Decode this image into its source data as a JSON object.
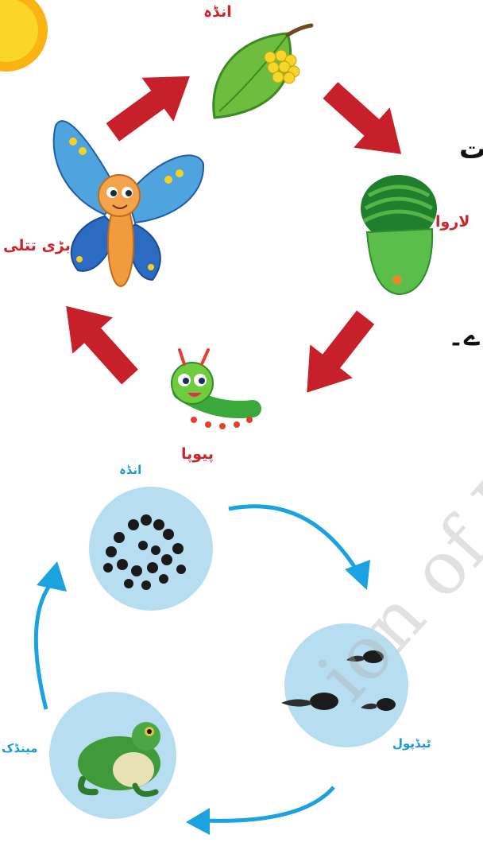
{
  "butterfly_cycle": {
    "egg_label": "انڈہ",
    "larva_label": "لاروا",
    "pupa_label": "پیوپا",
    "adult_label": "بڑی تتلی"
  },
  "frog_cycle": {
    "egg_label": "انڈہ",
    "tadpole_label": "ٹیڈپول",
    "frog_label": "مینڈک"
  },
  "cut_text": {
    "line1": "ت",
    "line2": "ے۔"
  },
  "watermark": "ion of P",
  "colors": {
    "arrow_red": "#c8202a",
    "arrow_blue": "#1aa3e0",
    "circle_bg": "#b7def0",
    "label_red": "#d1232a",
    "label_blue": "#1a9ad6"
  }
}
